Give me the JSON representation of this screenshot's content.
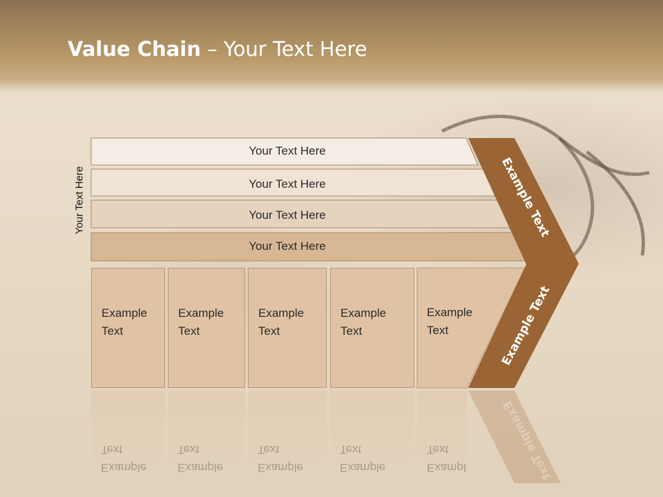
{
  "slide": {
    "title_bold": "Value Chain",
    "title_rest": " – Your Text Here",
    "side_label": "Your Text Here"
  },
  "rows": [
    "Your Text Here",
    "Your Text Here",
    "Your Text Here",
    "Your Text Here"
  ],
  "cells": [
    "Example\nText",
    "Example\nText",
    "Example\nText",
    "Example\nText",
    "Example\nText"
  ],
  "arrow": {
    "upper_label": "Example Text",
    "lower_label": "Example Text"
  },
  "colors": {
    "arrow_brown": "#9a6434",
    "cell_fill": "#e0c3a4",
    "row1": "#f4ede5",
    "row2": "#efe3d5",
    "row3": "#e6d3bd",
    "row4": "#d7b794"
  }
}
